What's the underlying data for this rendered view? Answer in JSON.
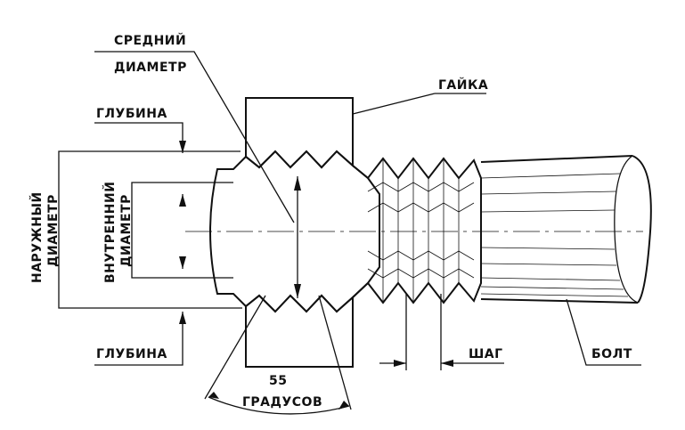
{
  "labels": {
    "middle_diameter_line1": "СРЕДНИЙ",
    "middle_diameter_line2": "ДИАМЕТР",
    "nut": "ГАЙКА",
    "depth_top": "ГЛУБИНА",
    "depth_bottom": "ГЛУБИНА",
    "outer_diameter_line1": "НАРУЖНЫЙ",
    "outer_diameter_line2": "ДИАМЕТР",
    "inner_diameter_line1": "ВНУТРЕННИЙ",
    "inner_diameter_line2": "ДИАМЕТР",
    "angle_value": "55",
    "angle_unit": "ГРАДУСОВ",
    "pitch": "ШАГ",
    "bolt": "БОЛТ"
  }
}
